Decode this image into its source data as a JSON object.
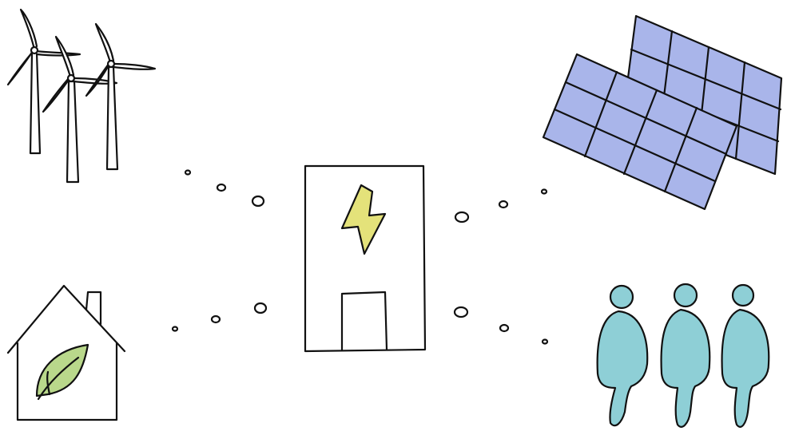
{
  "colors": {
    "ink": "#111111",
    "background": "#ffffff",
    "solar_panel": "#a9b5ea",
    "lightning_bolt": "#e4e27a",
    "leaf": "#b9d88b",
    "people": "#8ecfd6"
  },
  "icons": {
    "wind_turbines": "wind-turbine-icon",
    "solar_panels": "solar-panel-icon",
    "power_station": "power-station-icon",
    "bolt": "lightning-bolt-icon",
    "eco_house": "eco-house-icon",
    "leaf": "leaf-icon",
    "people": "people-icon"
  },
  "connections": [
    "wind-to-station",
    "house-to-station",
    "station-to-solar",
    "station-to-people"
  ]
}
